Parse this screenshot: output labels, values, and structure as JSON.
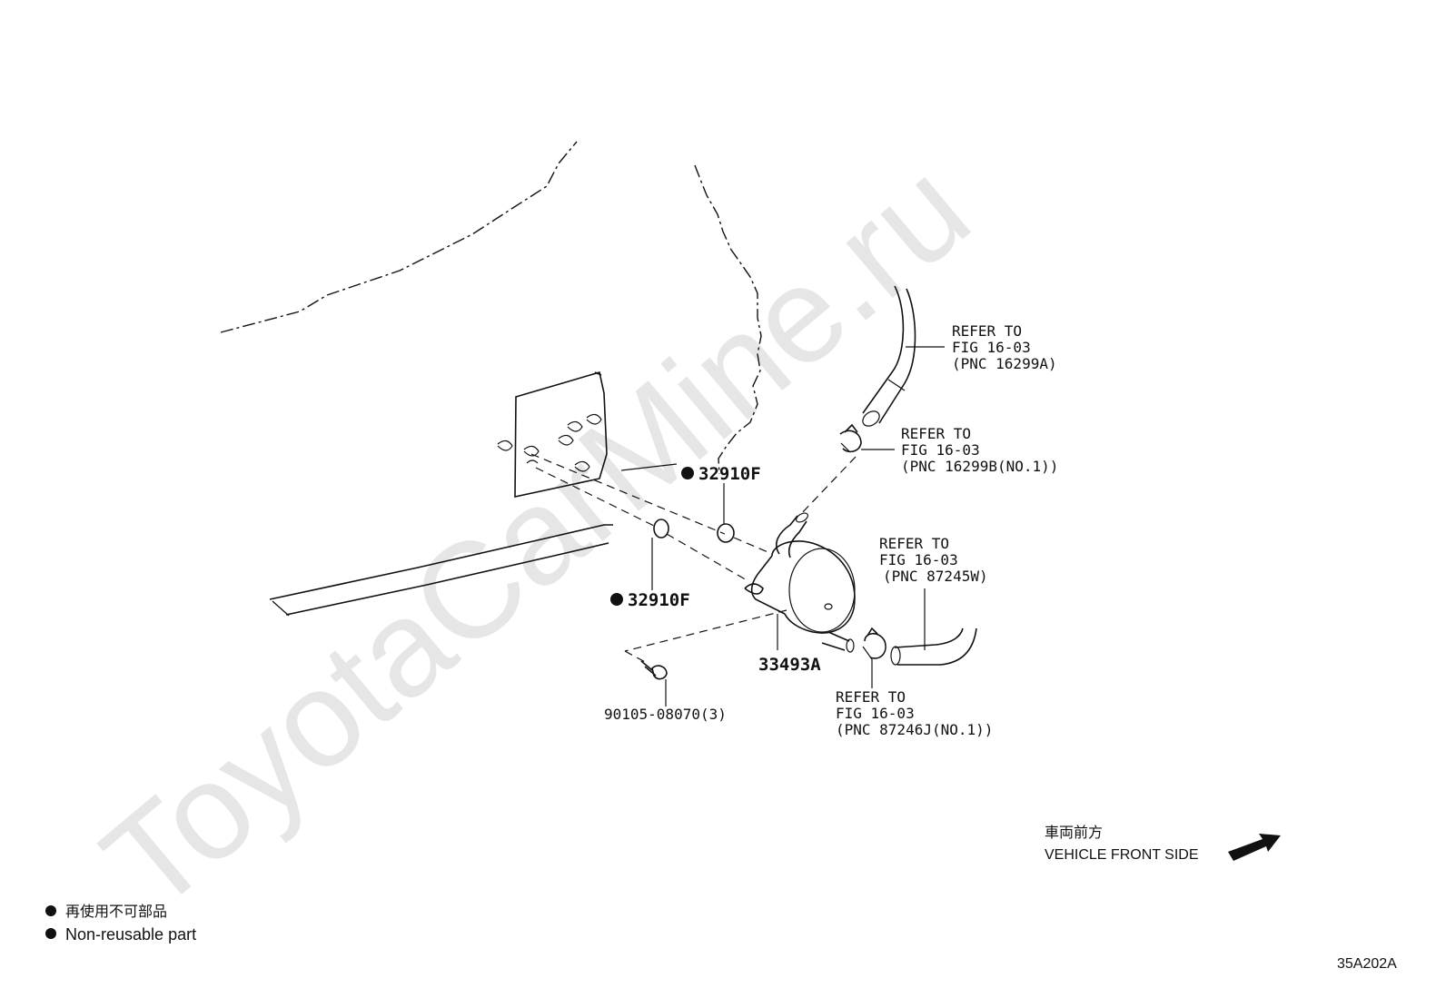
{
  "watermark": "ToyotaCarMine.ru",
  "callouts": {
    "refer_hose_top": [
      "REFER TO",
      "FIG 16-03",
      "(PNC 16299A)"
    ],
    "refer_clamp_top": [
      "REFER TO",
      "FIG 16-03",
      "(PNC 16299B(NO.1))"
    ],
    "refer_hose_right": [
      "REFER TO",
      "FIG 16-03",
      "(PNC 87245W)"
    ],
    "refer_clamp_bottom": [
      "REFER TO",
      "FIG 16-03",
      "(PNC 87246J(NO.1))"
    ]
  },
  "parts": {
    "oring_upper": "32910F",
    "oring_lower": "32910F",
    "cooler": "33493A",
    "bolt": "90105-08070(3)"
  },
  "direction": {
    "jp": "車両前方",
    "en": "VEHICLE FRONT SIDE"
  },
  "legend": {
    "jp": "再使用不可部品",
    "en": "Non-reusable part"
  },
  "figure_code": "35A202A"
}
